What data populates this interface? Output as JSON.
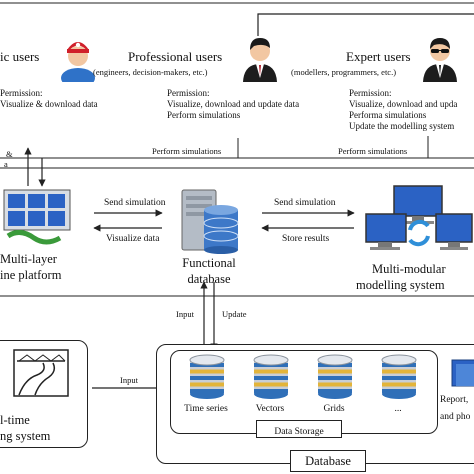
{
  "users": {
    "basic": {
      "title": "ic users",
      "permission_label": "Permission:",
      "permission_lines": [
        "Visualize & download data"
      ]
    },
    "professional": {
      "title": "Professional users",
      "subtitle": "(engineers, decision-makers, etc.)",
      "permission_label": "Permission:",
      "permission_lines": [
        "Visualize, download and update data",
        "Perform simulations"
      ]
    },
    "expert": {
      "title": "Expert users",
      "subtitle": "(modellers, programmers, etc.)",
      "permission_label": "Permission:",
      "permission_lines": [
        "Visualize, download and upda",
        "Performa simulations",
        "Update the modelling system"
      ]
    }
  },
  "flows": {
    "perform_simulations_1": "Perform simulations",
    "perform_simulations_2": "Perform simulations",
    "left_fragment_1": "&",
    "left_fragment_2": "a",
    "send_simulation_left": "Send simulation",
    "visualize_data": "Visualize data",
    "send_simulation_right": "Send simulation",
    "store_results": "Store results",
    "input_vertical": "Input",
    "update_vertical": "Update",
    "input_horizontal": "Input"
  },
  "nodes": {
    "platform": {
      "line1": "Multi-layer",
      "line2": "ine platform"
    },
    "functional_db": {
      "line1": "Functional",
      "line2": "database"
    },
    "modelling": {
      "line1": "Multi-modular",
      "line2": "modelling system"
    },
    "realtime": {
      "line1": "l-time",
      "line2": "ng system"
    }
  },
  "storage": {
    "items": [
      "Time series",
      "Vectors",
      "Grids",
      "..."
    ],
    "label": "Data Storage",
    "right_fragment_1": "Report,",
    "right_fragment_2": "and pho",
    "database_label": "Database"
  },
  "colors": {
    "line": "#222222",
    "cylinder_top": "#c9ced6",
    "cylinder_band_blue": "#2f6fb8",
    "cylinder_band_yellow": "#e3b43a",
    "screen_blue": "#2b62c4",
    "server_gray": "#9aa3ad",
    "db_blue": "#3d78c8"
  }
}
